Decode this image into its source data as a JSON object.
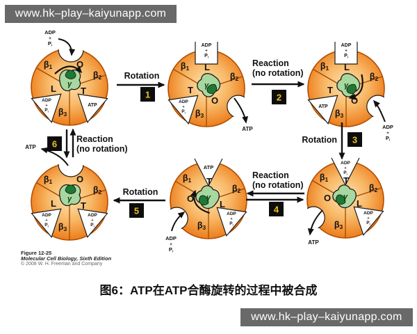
{
  "watermark": {
    "text": "www.hk–play–kaiyunapp.com"
  },
  "colors": {
    "orange_center": "#FDE2B0",
    "orange_mid": "#F8B968",
    "orange_edge": "#EE8424",
    "orange_rim": "#E9761A",
    "rim_stroke": "#B24E00",
    "divider": "#A04A00",
    "green_light": "#A8D89F",
    "green_dark": "#1E7A33",
    "badge_bg": "#0d0d0d",
    "badge_num": "#F0C020",
    "watermark_bg": "#696969",
    "watermark_fg": "#ffffff",
    "ink": "#111111"
  },
  "molecules": {
    "adp": "ADP",
    "plus": "+",
    "p": "P",
    "p_sub": "i",
    "atp": "ATP"
  },
  "subunits": {
    "beta": "β",
    "beta_subscripts": [
      "1",
      "2",
      "3"
    ],
    "gamma": "γ"
  },
  "step_labels": {
    "rotation": "Rotation",
    "reaction": "Reaction",
    "no_rotation": "(no rotation)"
  },
  "steps": [
    {
      "num": "1",
      "kind": "rotation"
    },
    {
      "num": "2",
      "kind": "reaction"
    },
    {
      "num": "3",
      "kind": "rotation"
    },
    {
      "num": "4",
      "kind": "reaction"
    },
    {
      "num": "5",
      "kind": "rotation"
    },
    {
      "num": "6",
      "kind": "reaction"
    }
  ],
  "states": [
    {
      "id": 1,
      "top": {
        "conf": "O",
        "notch": "open",
        "ligand": null
      },
      "lower_left": {
        "conf": "L",
        "notch": "wedge",
        "ligand": "adp_pi"
      },
      "lower_right": {
        "conf": "T",
        "notch": "wedge",
        "ligand": "atp"
      },
      "gamma_pointing": "top",
      "rotation_arrow": true,
      "external": {
        "molecule": "adp_pi",
        "direction": "in"
      }
    },
    {
      "id": 2,
      "top": {
        "conf": "L",
        "notch": "rect",
        "ligand": "adp_pi"
      },
      "lower_left": {
        "conf": "T",
        "notch": "wedge",
        "ligand": "adp_pi"
      },
      "lower_right": {
        "conf": "O",
        "notch": "open",
        "ligand": null
      },
      "gamma_pointing": "lower-right",
      "rotation_arrow": false,
      "external": {
        "molecule": "atp",
        "direction": "out"
      }
    },
    {
      "id": 3,
      "top": {
        "conf": "L",
        "notch": "rect",
        "ligand": "adp_pi"
      },
      "lower_left": {
        "conf": "T",
        "notch": "wedge",
        "ligand": "atp"
      },
      "lower_right": {
        "conf": "O",
        "notch": "open",
        "ligand": null
      },
      "gamma_pointing": "lower-right",
      "rotation_arrow": true,
      "external": {
        "molecule": "adp_pi",
        "direction": "in"
      }
    },
    {
      "id": 4,
      "top": {
        "conf": "T",
        "notch": "tri",
        "ligand": "adp_pi"
      },
      "lower_left": {
        "conf": "O",
        "notch": "open",
        "ligand": null
      },
      "lower_right": {
        "conf": "L",
        "notch": "wedge",
        "ligand": "adp_pi"
      },
      "gamma_pointing": "lower-left",
      "rotation_arrow": false,
      "external": {
        "molecule": "atp",
        "direction": "out"
      }
    },
    {
      "id": 5,
      "top": {
        "conf": "T",
        "notch": "tri",
        "ligand": "atp"
      },
      "lower_left": {
        "conf": "O",
        "notch": "open",
        "ligand": null
      },
      "lower_right": {
        "conf": "L",
        "notch": "wedge",
        "ligand": "adp_pi"
      },
      "gamma_pointing": "lower-left",
      "rotation_arrow": true,
      "external": {
        "molecule": "adp_pi",
        "direction": "in"
      }
    },
    {
      "id": 6,
      "top": {
        "conf": "O",
        "notch": "open",
        "ligand": null
      },
      "lower_left": {
        "conf": "L",
        "notch": "wedge",
        "ligand": "adp_pi"
      },
      "lower_right": {
        "conf": "T",
        "notch": "wedge",
        "ligand": "adp_pi"
      },
      "gamma_pointing": "top",
      "rotation_arrow": false,
      "external": {
        "molecule": "atp",
        "direction": "out"
      }
    }
  ],
  "caption": {
    "figure": "Figure 12-25",
    "book": "Molecular Cell Biology, Sixth Edition",
    "copyright": "© 2008 W. H. Freeman and Company"
  },
  "title_cn": "图6：ATP在ATP合酶旋转的过程中被合成"
}
